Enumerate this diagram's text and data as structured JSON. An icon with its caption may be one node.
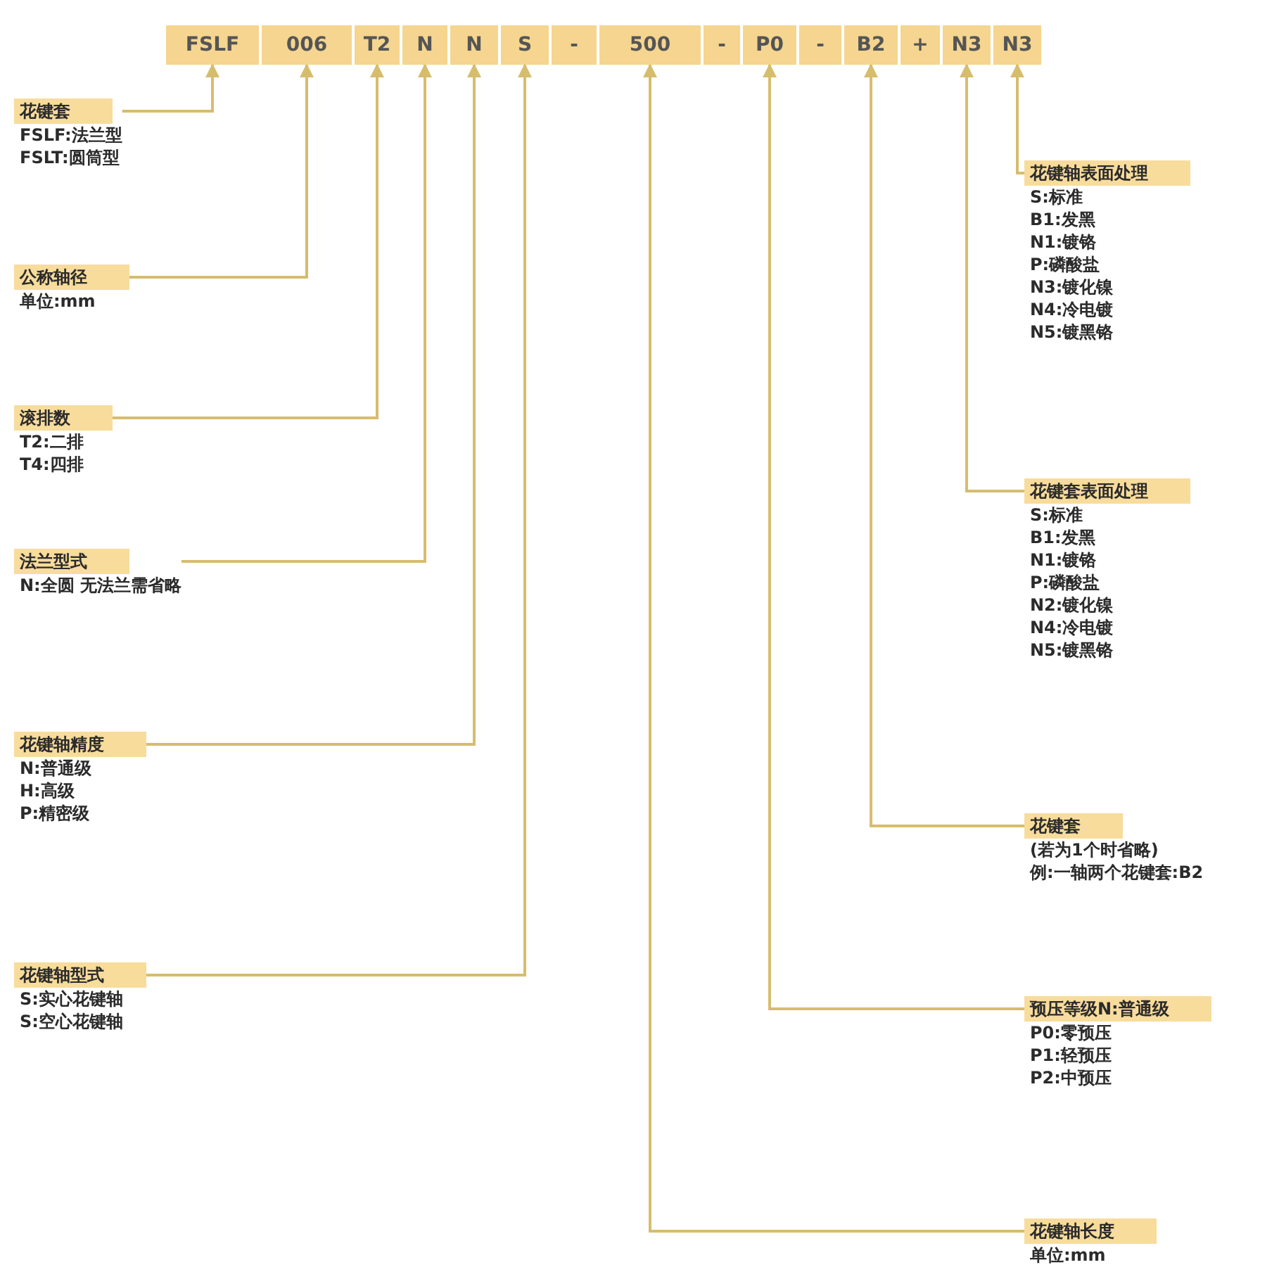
{
  "diagram": {
    "nodes": [
      {
        "text": [
          "FSLF"
        ]
      },
      {
        "text": [
          "006"
        ]
      },
      {
        "text": [
          "T2"
        ]
      },
      {
        "text": [
          "N"
        ]
      },
      {
        "text": [
          "N"
        ]
      },
      {
        "text": [
          "S"
        ]
      },
      {
        "text": [
          "-"
        ]
      },
      {
        "text": [
          "500"
        ]
      },
      {
        "text": [
          "-"
        ]
      },
      {
        "text": [
          "P0"
        ]
      },
      {
        "text": [
          "-"
        ]
      },
      {
        "text": [
          "B2"
        ]
      },
      {
        "text": [
          "+"
        ]
      },
      {
        "text": [
          "N3"
        ]
      },
      {
        "text": [
          "N3"
        ]
      },
      {
        "text": [
          "花键套",
          "FSLF:法兰型",
          "FSLT:圆筒型"
        ]
      },
      {
        "text": [
          "公称轴径",
          "单位:mm"
        ]
      },
      {
        "text": [
          "滚排数",
          "T2:二排",
          "T4:四排"
        ]
      },
      {
        "text": [
          "法兰型式",
          "N:全圆 无法兰需省略"
        ]
      },
      {
        "text": [
          "花键轴精度",
          "N:普通级",
          "H:高级",
          "P:精密级"
        ]
      },
      {
        "text": [
          "花键轴型式",
          "S:实心花键轴",
          "S:空心花键轴"
        ]
      },
      {
        "text": [
          "花键轴表面处理",
          "S:标准",
          "B1:发黑",
          "N1:镀铬",
          "P:磷酸盐",
          "N3:镀化镍",
          "N4:冷电镀",
          "N5:镀黑铬"
        ]
      },
      {
        "text": [
          "花键套表面处理",
          "S:标准",
          "B1:发黑",
          "N1:镀铬",
          "P:磷酸盐",
          "N2:镀化镍",
          "N4:冷电镀",
          "N5:镀黑铬"
        ]
      },
      {
        "text": [
          "花键套",
          "(若为1个时省略)",
          "例:一轴两个花键套:B2"
        ]
      },
      {
        "text": [
          "预压等级N:普通级",
          "P0:零预压",
          "P1:轻预压",
          "P2:中预压"
        ]
      },
      {
        "text": [
          "花键轴长度",
          "单位:mm"
        ]
      }
    ],
    "edges": [
      {
        "from": 15,
        "to": 0,
        "arrow": "to"
      },
      {
        "from": 16,
        "to": 1,
        "arrow": "to"
      },
      {
        "from": 17,
        "to": 2,
        "arrow": "to"
      },
      {
        "from": 18,
        "to": 3,
        "arrow": "to"
      },
      {
        "from": 19,
        "to": 4,
        "arrow": "to"
      },
      {
        "from": 20,
        "to": 5,
        "arrow": "to"
      },
      {
        "from": 21,
        "to": 14,
        "arrow": "to"
      },
      {
        "from": 22,
        "to": 13,
        "arrow": "to"
      },
      {
        "from": 23,
        "to": 11,
        "arrow": "to"
      },
      {
        "from": 24,
        "to": 9,
        "arrow": "to"
      },
      {
        "from": 25,
        "to": 7,
        "arrow": "to"
      }
    ]
  }
}
